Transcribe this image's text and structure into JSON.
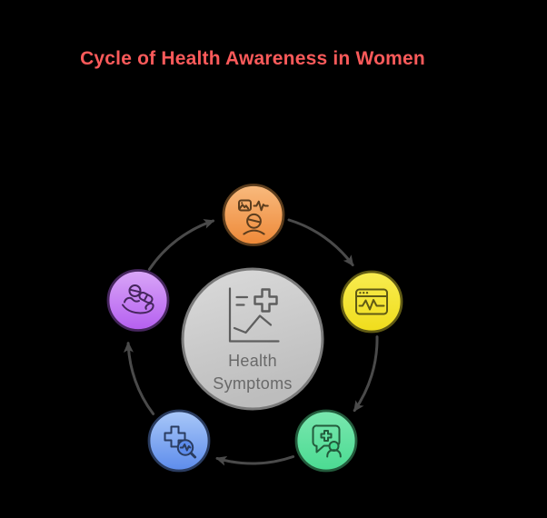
{
  "title": {
    "text": "Cycle of Health Awareness in Women",
    "color": "#FB5A5A"
  },
  "background_color": "#000000",
  "cycle": {
    "direction": "clockwise",
    "arrow_color": "#4A4A4A"
  },
  "center_node": {
    "label_line1": "Health",
    "label_line2": "Symptoms",
    "icon": "health-chart-icon",
    "fill_top": "#DBDBDB",
    "fill_bottom": "#BDBDBD",
    "border_color": "#7A7A7A",
    "text_color": "#696969",
    "icon_color": "#5E5E5E"
  },
  "cycle_nodes": [
    {
      "position": "top",
      "icon": "person-symptoms-icon",
      "fill_top": "#F8BA7E",
      "fill_bottom": "#EE8938",
      "border_color": "#5C3D1D"
    },
    {
      "position": "right",
      "icon": "monitor-pulse-icon",
      "fill_top": "#F8EC50",
      "fill_bottom": "#F0DD1C",
      "border_color": "#605A14"
    },
    {
      "position": "bottom-right",
      "icon": "consultation-chat-icon",
      "fill_top": "#7AE7AF",
      "fill_bottom": "#4BDB92",
      "border_color": "#235B3C"
    },
    {
      "position": "bottom-left",
      "icon": "diagnosis-magnifier-icon",
      "fill_top": "#A9C8F8",
      "fill_bottom": "#5D8CEC",
      "border_color": "#2A3C60"
    },
    {
      "position": "left",
      "icon": "medication-hand-icon",
      "fill_top": "#D9A6F7",
      "fill_bottom": "#B55FF0",
      "border_color": "#46265E"
    }
  ]
}
